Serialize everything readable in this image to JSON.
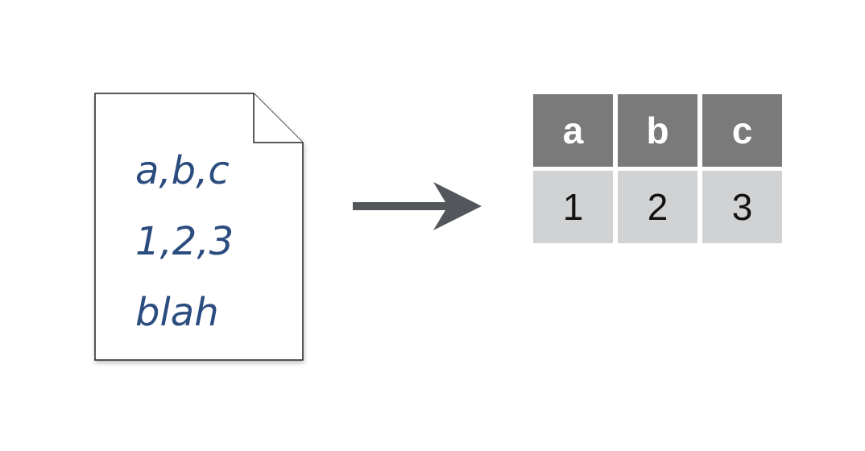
{
  "file": {
    "lines": [
      "a,b,c",
      "1,2,3",
      "blah"
    ],
    "text_color": "#2b4c7e",
    "icon": "document-icon"
  },
  "arrow": {
    "icon": "arrow-right-icon",
    "color": "#53575c"
  },
  "table": {
    "headers": [
      "a",
      "b",
      "c"
    ],
    "rows": [
      [
        "1",
        "2",
        "3"
      ]
    ],
    "header_bg": "#7a7a7a",
    "cell_bg": "#d1d2d3"
  }
}
